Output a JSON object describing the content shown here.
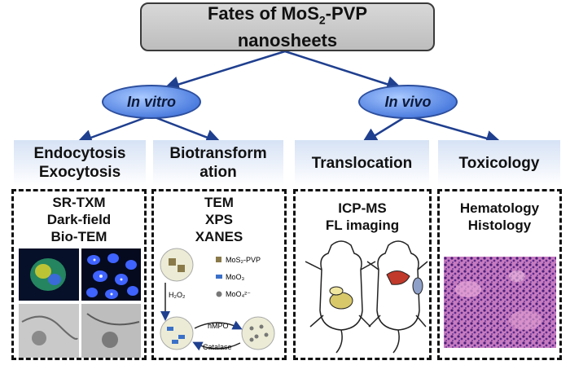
{
  "title": {
    "line1_prefix": "Fates of MoS",
    "line1_sub": "2",
    "line1_suffix": "-PVP",
    "line2": "nanosheets"
  },
  "branches": {
    "in_vitro": "In vitro",
    "in_vivo": "In vivo"
  },
  "categories": {
    "endocytosis_line1": "Endocytosis",
    "endocytosis_line2": "Exocytosis",
    "biotransformation_line1": "Biotransform",
    "biotransformation_line2": "ation",
    "translocation": "Translocation",
    "toxicology": "Toxicology"
  },
  "panels": {
    "endocytosis": [
      "SR-TXM",
      "Dark-field",
      "Bio-TEM"
    ],
    "biotransformation": [
      "TEM",
      "XPS",
      "XANES"
    ],
    "translocation": [
      "ICP-MS",
      "FL imaging"
    ],
    "toxicology": [
      "Hematology",
      "Histology"
    ]
  },
  "scheme": {
    "h2o2": "H₂O₂",
    "legend_mos2": "MoS₂-PVP",
    "legend_moo3": "MoO₃",
    "legend_moo4": "MoO₄²⁻",
    "hmpo": "hMPO",
    "catalase": "Catalase"
  },
  "colors": {
    "oval_fill": "#4f7fe0",
    "category_fill": "#d6e2f5",
    "title_fill": "#c8c8c8",
    "histology_pink": "#d98cc6",
    "histology_purple": "#5b2a8c"
  }
}
